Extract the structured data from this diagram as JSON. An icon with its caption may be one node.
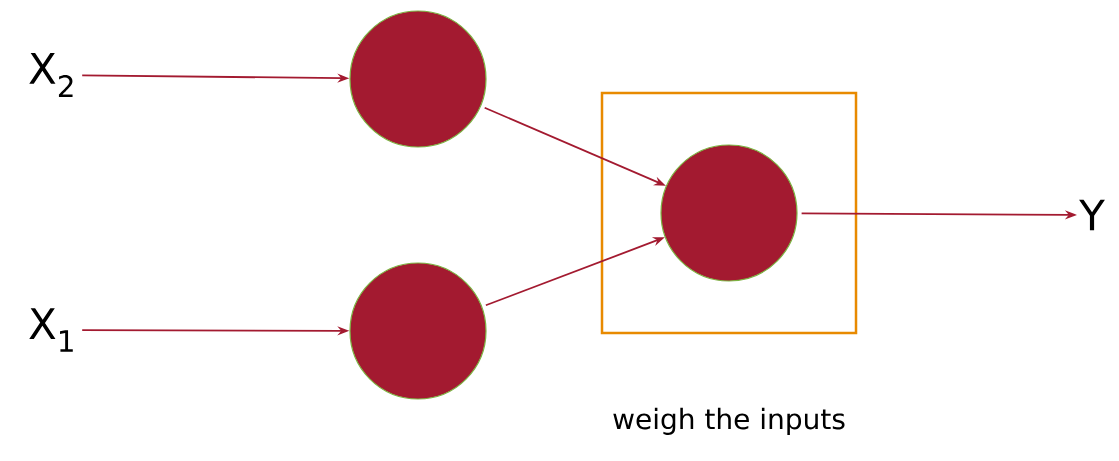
{
  "diagram": {
    "nodes": [
      {
        "text": [
          "X$_{2}$"
        ]
      },
      {
        "text": [],
        "shape": "circle"
      },
      {
        "text": [],
        "shape": "box",
        "beside": [
          "weigh the inputs"
        ]
      },
      {
        "text": [],
        "shape": "circle",
        "in": 2
      },
      {
        "text": [
          "Y"
        ]
      },
      {
        "text": [
          "X$_{1}$"
        ]
      },
      {
        "text": [],
        "shape": "circle"
      }
    ],
    "edges": [
      {
        "from": 0,
        "to": 1,
        "arrow": "to"
      },
      {
        "from": 5,
        "to": 6,
        "arrow": "to"
      },
      {
        "from": 1,
        "to": 3,
        "arrow": "to"
      },
      {
        "from": 6,
        "to": 3,
        "arrow": "to"
      },
      {
        "from": 3,
        "to": 4,
        "arrow": "to"
      }
    ]
  }
}
